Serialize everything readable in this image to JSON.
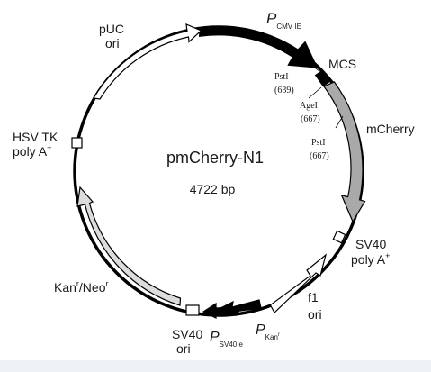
{
  "plasmid": {
    "name": "pmCherry-N1",
    "size": "4722 bp"
  },
  "features": {
    "pcmv": {
      "main": "P",
      "sub": "CMV IE"
    },
    "mcs": "MCS",
    "mcherry": "mCherry",
    "sv40_polya": {
      "line1": "SV40",
      "line2_main": "poly A",
      "line2_sup": "+"
    },
    "f1_ori": {
      "line1": "f1",
      "line2": "ori"
    },
    "pkan": {
      "main": "P",
      "sub": "Kan",
      "subsup": "r"
    },
    "psv40e": {
      "main": "P",
      "sub": "SV40 e"
    },
    "sv40_ori": {
      "line1": "SV40",
      "line2": "ori"
    },
    "kan_neo": {
      "a": "Kan",
      "a_sup": "r",
      "b": "/Neo",
      "b_sup": "r"
    },
    "hsv_tk": {
      "line1": "HSV TK",
      "line2_main": "poly A",
      "line2_sup": "+"
    },
    "puc_ori": {
      "line1": "pUC",
      "line2": "ori"
    }
  },
  "sites": {
    "psti_1": {
      "name": "PstI",
      "pos": "(639)"
    },
    "agei": {
      "name": "AgeI",
      "pos": "(667)"
    },
    "psti_2": {
      "name": "PstI",
      "pos": "(667)"
    }
  }
}
